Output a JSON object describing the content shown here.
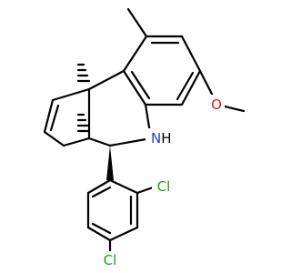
{
  "colors": {
    "bond": "#000000",
    "N": "#1f3fd6",
    "O": "#e11b1b",
    "Cl": "#1f9e1f",
    "H": "#000000"
  },
  "atoms": {
    "nh": {
      "n": "N",
      "h": "H"
    },
    "o": "O",
    "cl_top": "Cl",
    "cl_bottom": "Cl"
  }
}
